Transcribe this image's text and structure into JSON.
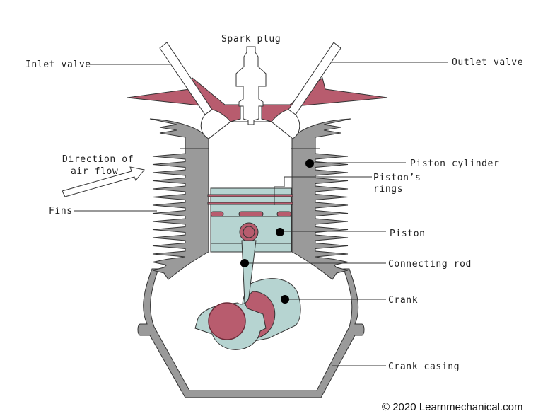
{
  "title": "Two-stroke engine parts diagram",
  "labels": {
    "spark_plug": "Spark plug",
    "inlet_valve": "Inlet valve",
    "outlet_valve": "Outlet valve",
    "direction_line1": "Direction of",
    "direction_line2": "air flow",
    "fins": "Fins",
    "piston_cylinder": "Piston cylinder",
    "piston_rings_line1": "Piston’s",
    "piston_rings_line2": "rings",
    "piston": "Piston",
    "connecting_rod": "Connecting rod",
    "crank": "Crank",
    "crank_casing": "Crank casing"
  },
  "copyright": "© 2020 Learnmechanical.com",
  "colors": {
    "casing": "#9a9a9a",
    "head": "#b85c6e",
    "moving_parts": "#b6d4d1"
  }
}
